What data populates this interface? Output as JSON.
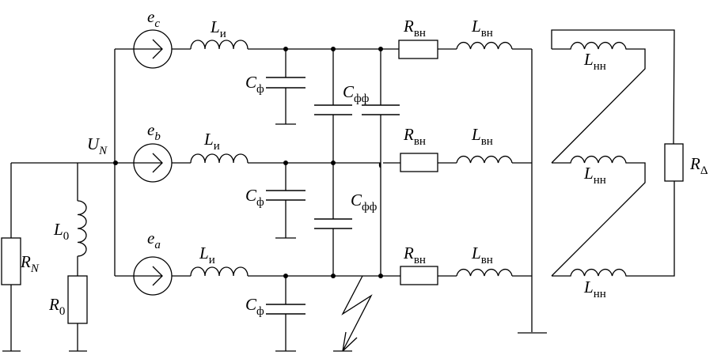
{
  "labels": {
    "ec": {
      "main": "e",
      "sub": "c"
    },
    "eb": {
      "main": "e",
      "sub": "b"
    },
    "ea": {
      "main": "e",
      "sub": "a"
    },
    "un": {
      "main": "U",
      "sub": "N"
    },
    "li": {
      "main": "L",
      "sub": "и"
    },
    "cf": {
      "main": "C",
      "sub": "ф"
    },
    "cff": {
      "main": "C",
      "sub": "фф"
    },
    "rvn": {
      "main": "R",
      "sub": "вн"
    },
    "lvn": {
      "main": "L",
      "sub": "вн"
    },
    "lnn": {
      "main": "L",
      "sub": "нн"
    },
    "rd": {
      "main": "R",
      "sub": "Δ"
    },
    "l0": {
      "main": "L",
      "sub": "0"
    },
    "r0": {
      "main": "R",
      "sub": "0"
    },
    "rn": {
      "main": "R",
      "sub": "N"
    }
  }
}
